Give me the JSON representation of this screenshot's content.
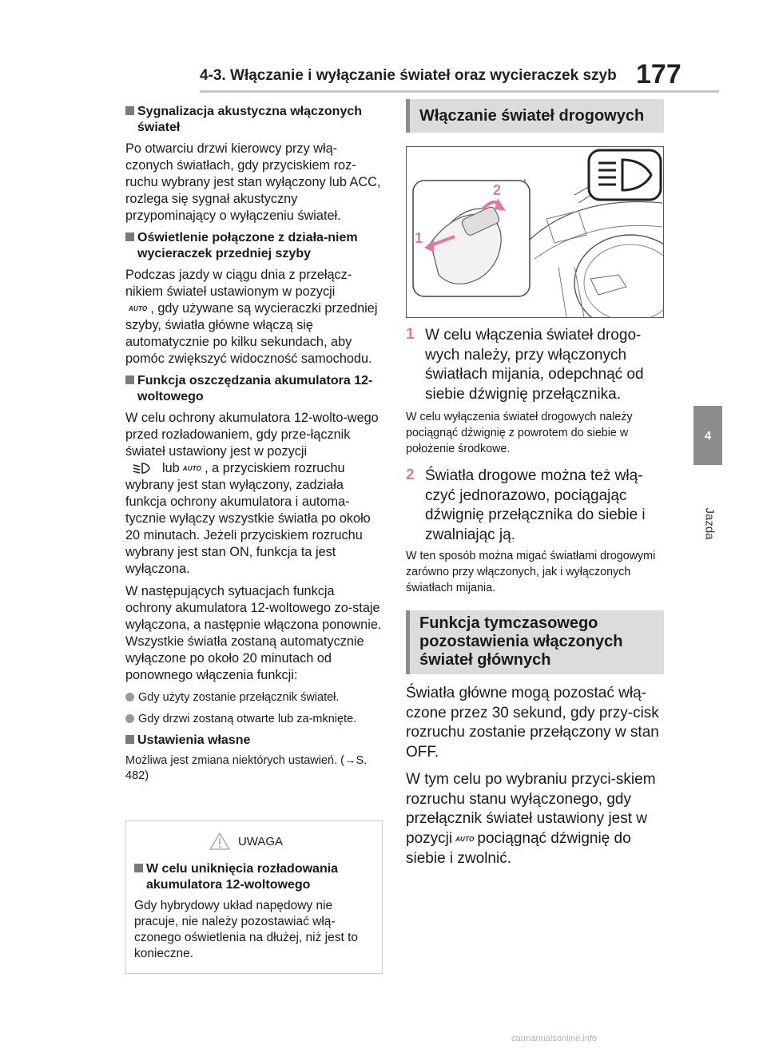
{
  "header": {
    "title": "4-3. Włączanie i wyłączanie świateł oraz wycieraczek szyb",
    "page_number": "177"
  },
  "side_tab": {
    "number": "4",
    "label": "Jazda"
  },
  "left": {
    "s1_title": "Sygnalizacja akustyczna włączonych świateł",
    "s1_p": "Po otwarciu drzwi kierowcy przy włą-czonych światłach, gdy przyciskiem roz-ruchu wybrany jest stan wyłączony lub ACC, rozlega się sygnał akustyczny przypominający o wyłączeniu świateł.",
    "s2_title": "Oświetlenie połączone z działa-niem wycieraczek przedniej szyby",
    "s2_p_a": "Podczas jazdy w ciągu dnia z przełącz-nikiem świateł ustawionym w pozycji",
    "s2_p_b": ", gdy używane są wycieraczki przedniej szyby, światła główne włączą się automatycznie po kilku sekundach, aby pomóc zwiększyć widoczność samochodu.",
    "s3_title": "Funkcja oszczędzania akumulatora 12-woltowego",
    "s3_p_a": "W celu ochrony akumulatora 12-wolto-wego przed rozładowaniem, gdy prze-łącznik świateł ustawiony jest w pozycji",
    "s3_lub": "lub",
    "s3_p_b": ", a przyciskiem rozruchu wybrany jest stan wyłączony, zadziała funkcja ochrony akumulatora i automa-tycznie wyłączy wszystkie światła po około 20 minutach. Jeżeli przyciskiem rozruchu wybrany jest stan ON, funkcja ta jest wyłączona.",
    "s3_p2": "W następujących sytuacjach funkcja ochrony akumulatora 12-woltowego zo-staje wyłączona, a następnie włączona ponownie. Wszystkie światła zostaną automatycznie wyłączone po około 20 minutach od ponownego włączenia funkcji:",
    "bullet1": "Gdy użyty zostanie przełącznik świateł.",
    "bullet2": "Gdy drzwi zostaną otwarte lub za-mknięte.",
    "s4_title": "Ustawienia własne",
    "s4_p": "Możliwa jest zmiana niektórych ustawień. (→S. 482)",
    "auto_label": "AUTO"
  },
  "warning": {
    "heading": "UWAGA",
    "title": "W celu uniknięcia rozładowania akumulatora 12-woltowego",
    "text": "Gdy hybrydowy układ napędowy nie pracuje, nie należy pozostawiać włą-czonego oświetlenia na dłużej, niż jest to konieczne."
  },
  "right": {
    "section1_title": "Włączanie świateł drogowych",
    "illus_label_1": "1",
    "illus_label_2": "2",
    "step1_num": "1",
    "step1_text": "W celu włączenia świateł drogo-wych należy, przy włączonych światłach mijania, odepchnąć od siebie dźwignię przełącznika.",
    "note1": "W celu wyłączenia świateł drogowych należy pociągnąć dźwignię z powrotem do siebie w położenie środkowe.",
    "step2_num": "2",
    "step2_text": "Światła drogowe można też włą-czyć jednorazowo, pociągając dźwignię przełącznika do siebie i zwalniając ją.",
    "note2": "W ten sposób można migać światłami drogowymi zarówno przy włączonych, jak i wyłączonych światłach mijania.",
    "section2_title": "Funkcja tymczasowego pozostawienia włączonych świateł głównych",
    "p1": "Światła główne mogą pozostać włą-czone przez 30 sekund, gdy przy-cisk rozruchu zostanie przełączony w stan OFF.",
    "p2_a": "W tym celu po wybraniu przyci-skiem rozruchu stanu wyłączonego, gdy przełącznik świateł ustawiony jest w pozycji",
    "p2_b": "pociągnąć dźwignię do siebie i zwolnić."
  },
  "footer": "carmanualsonline.info",
  "colors": {
    "accent_pink": "#e07aa0",
    "tab_gray": "#8c8c8c",
    "section_bg": "#dcdcdc"
  }
}
